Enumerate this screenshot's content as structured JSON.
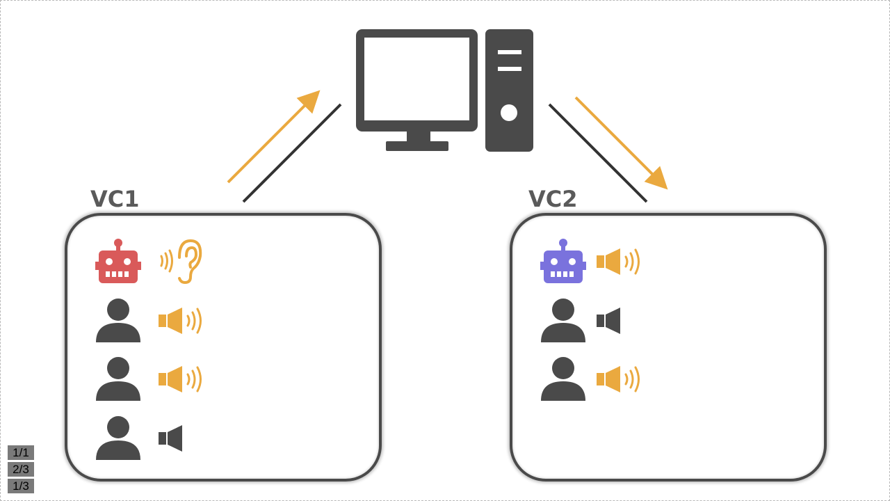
{
  "colors": {
    "robot_vc1": "#d95a5a",
    "robot_vc2": "#7a72dd",
    "speaking": "#eaa93f",
    "muted": "#4a4a4a",
    "arrow": "#eaa93f",
    "line": "#333333"
  },
  "server": {
    "icon": "desktop-computer-icon"
  },
  "vc1": {
    "label": "VC1",
    "members": [
      {
        "type": "bot",
        "icon": "robot-icon",
        "state": "listening",
        "state_icon": "ear-icon"
      },
      {
        "type": "user",
        "icon": "person-icon",
        "state": "speaking",
        "state_icon": "speaker-sound-icon"
      },
      {
        "type": "user",
        "icon": "person-icon",
        "state": "speaking",
        "state_icon": "speaker-sound-icon"
      },
      {
        "type": "user",
        "icon": "person-icon",
        "state": "silent",
        "state_icon": "speaker-muted-icon"
      }
    ]
  },
  "vc2": {
    "label": "VC2",
    "members": [
      {
        "type": "bot",
        "icon": "robot-icon",
        "state": "speaking",
        "state_icon": "speaker-sound-icon"
      },
      {
        "type": "user",
        "icon": "person-icon",
        "state": "silent",
        "state_icon": "speaker-muted-icon"
      },
      {
        "type": "user",
        "icon": "person-icon",
        "state": "speaking",
        "state_icon": "speaker-sound-icon"
      }
    ]
  },
  "arrows": [
    {
      "name": "arrow-vc1-to-server",
      "direction": "up"
    },
    {
      "name": "arrow-server-to-vc2",
      "direction": "down"
    }
  ],
  "page_badges": [
    "1/1",
    "2/3",
    "1/3"
  ]
}
